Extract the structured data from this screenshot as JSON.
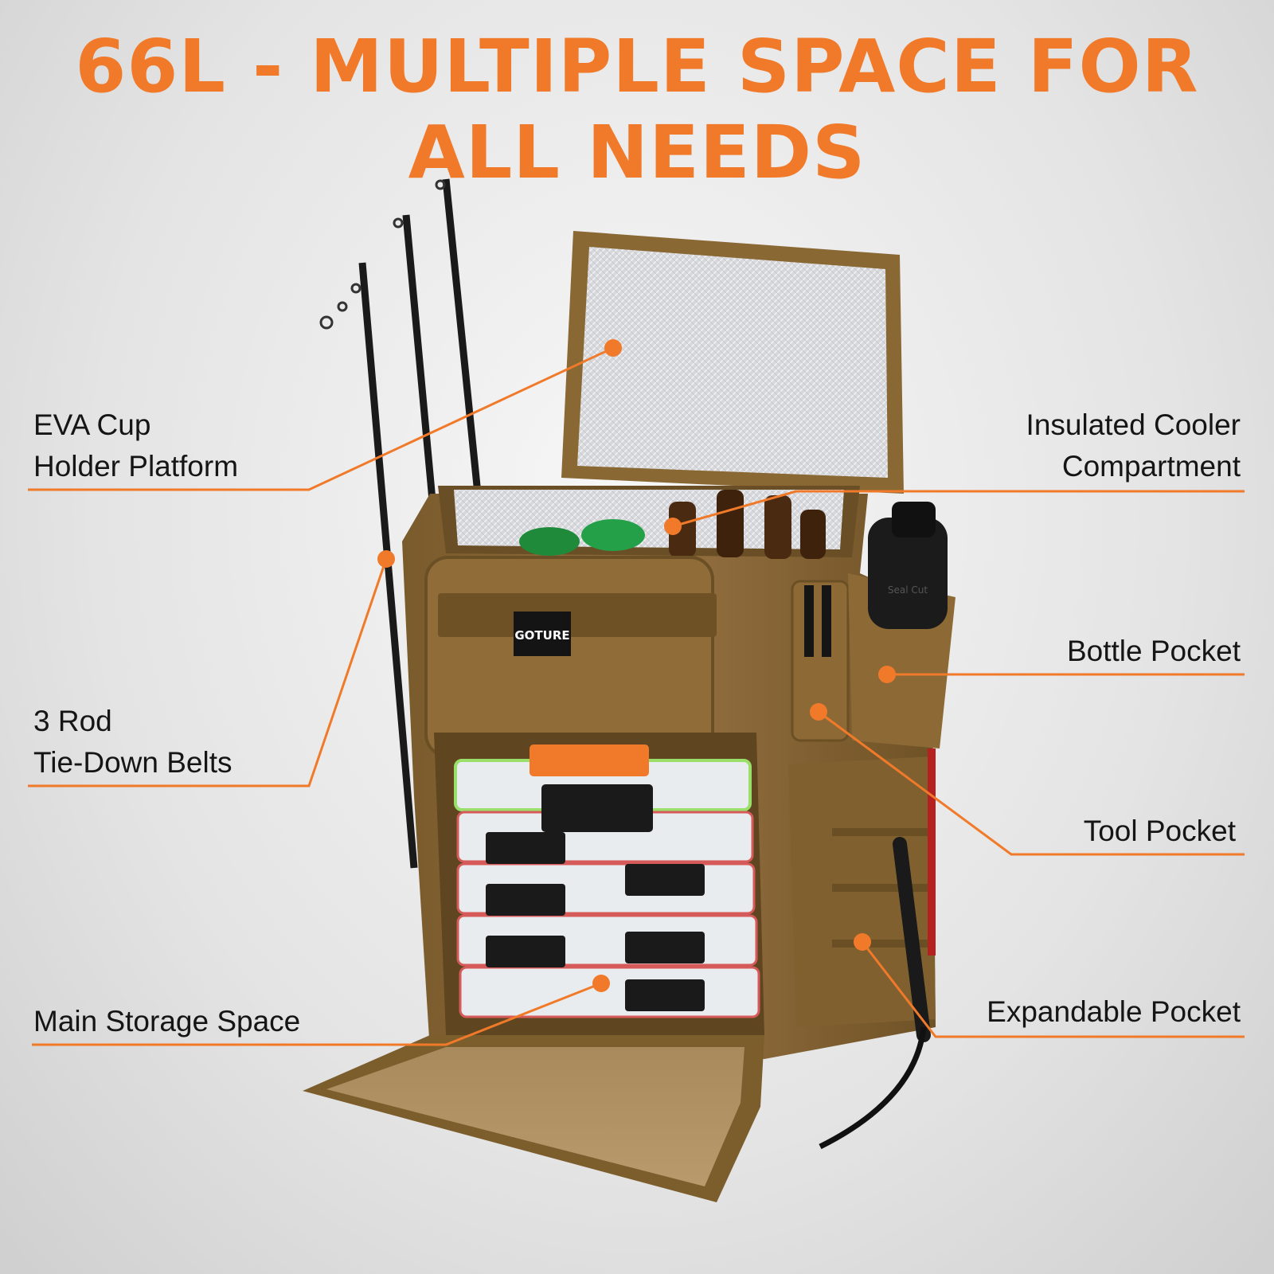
{
  "headline": {
    "line1": "66L - MULTIPLE SPACE FOR",
    "line2": "ALL NEEDS"
  },
  "brand": {
    "logo": "GOTURE"
  },
  "bottle": {
    "text": "Seal Cut"
  },
  "callouts": {
    "eva_cup": {
      "line1": "EVA Cup",
      "line2": "Holder Platform"
    },
    "rod_belts": {
      "line1": "3 Rod",
      "line2": "Tie-Down Belts"
    },
    "main_storage": {
      "line1": "Main Storage Space"
    },
    "insulated_cooler": {
      "line1": "Insulated Cooler",
      "line2": "Compartment"
    },
    "bottle_pocket": {
      "line1": "Bottle Pocket"
    },
    "tool_pocket": {
      "line1": "Tool Pocket"
    },
    "expandable_pocket": {
      "line1": "Expandable Pocket"
    }
  },
  "colors": {
    "accent": "#f07a2a",
    "bag": "#8d6a35",
    "bag_dark": "#6e5228",
    "liner": "#d9d9dc",
    "text": "#151515"
  }
}
